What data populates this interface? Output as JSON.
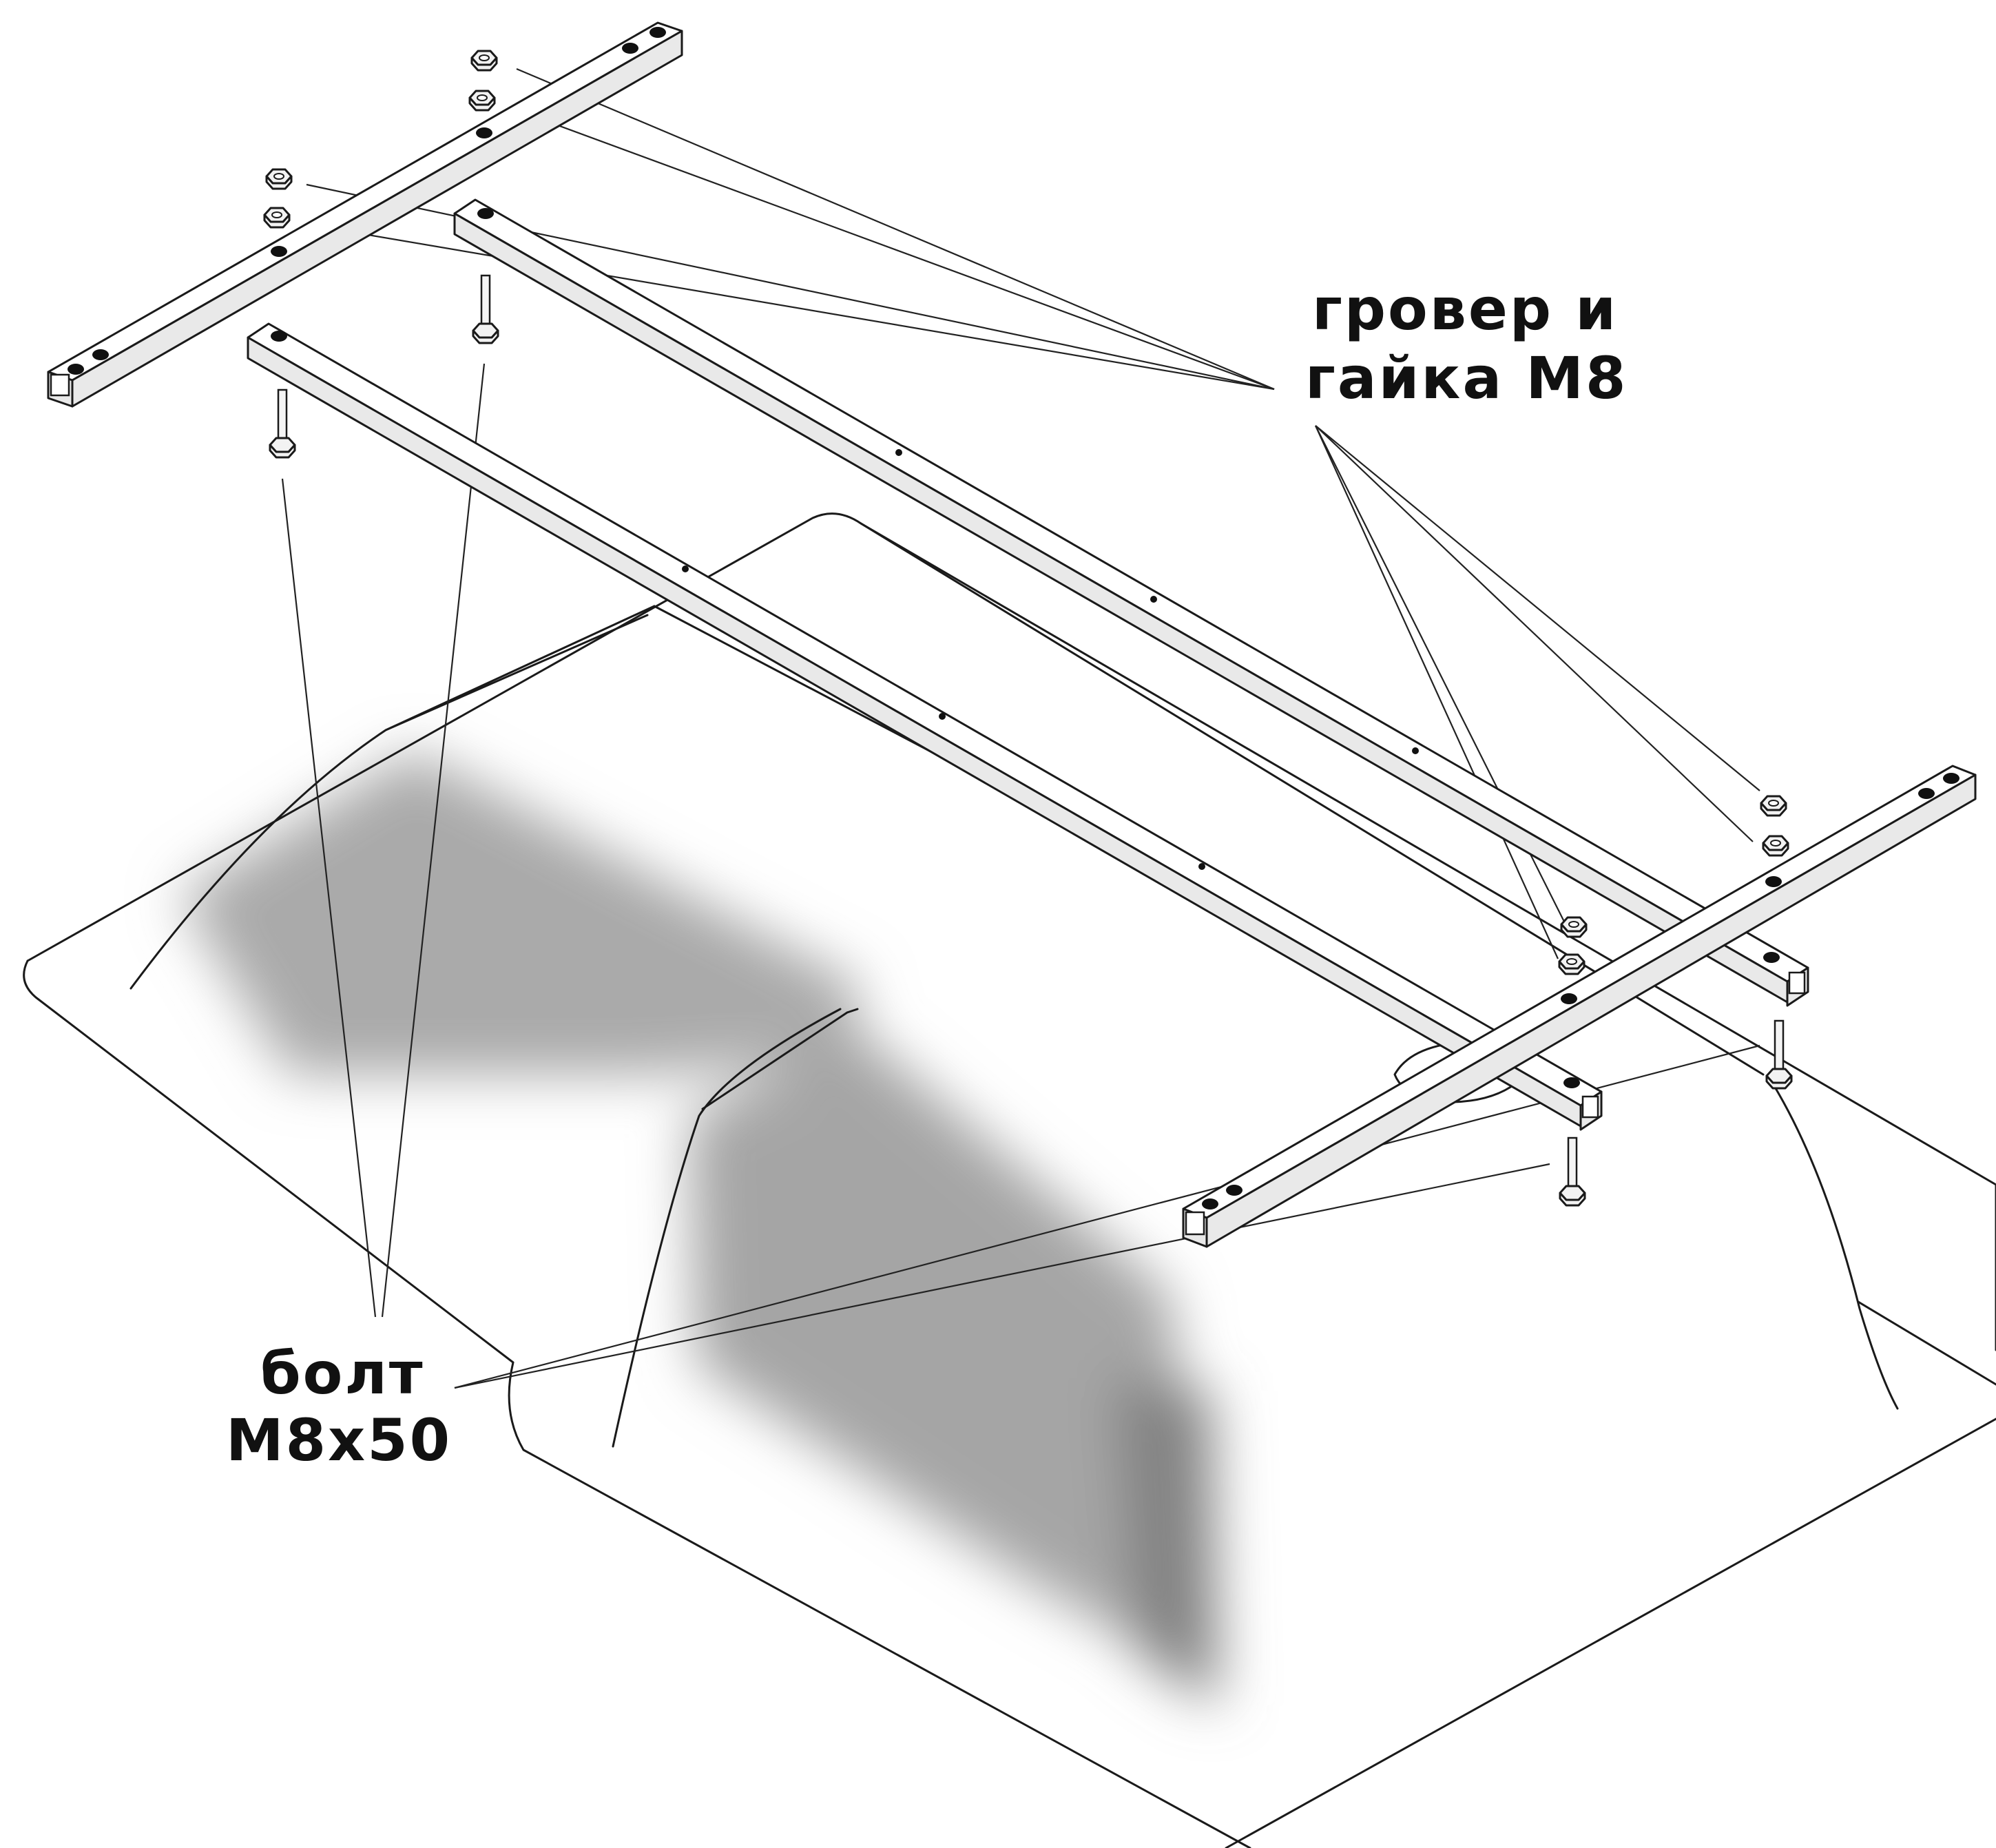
{
  "labels": {
    "washer_nut_line1": "гровер и",
    "washer_nut_line2": "гайка М8",
    "bolt_line1": "болт",
    "bolt_line2": "М8х50"
  },
  "colors": {
    "ink": "#1a1a1a",
    "background": "#ffffff",
    "shading": "#9a9a9a"
  }
}
